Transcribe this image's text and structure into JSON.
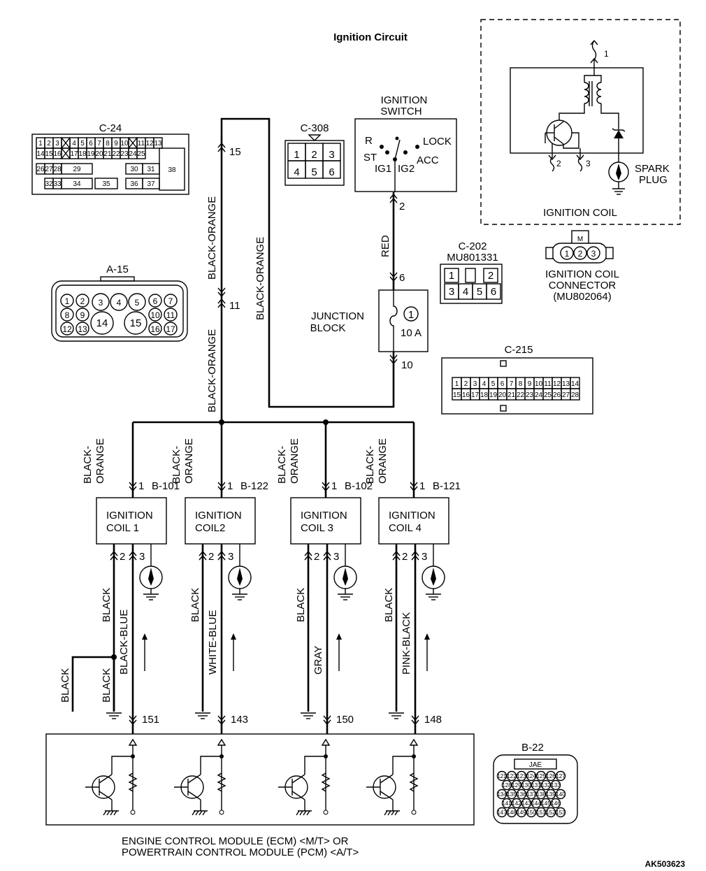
{
  "title": "Ignition Circuit",
  "figure_id": "AK503623",
  "ecm_label": [
    "ENGINE CONTROL MODULE (ECM) <M/T> OR",
    "POWERTRAIN CONTROL MODULE (PCM) <A/T>"
  ],
  "ignition_switch": {
    "title": [
      "IGNITION",
      "SWITCH"
    ],
    "positions": [
      "R",
      "LOCK",
      "ST",
      "ACC",
      "IG1",
      "IG2"
    ],
    "output_pin": "2"
  },
  "junction_block": {
    "label": [
      "JUNCTION",
      "BLOCK"
    ],
    "fuse_number": "1",
    "fuse_rating": "10 A",
    "in_pin": "6",
    "out_pin": "10"
  },
  "ignition_coil_detail": {
    "label": "IGNITION COIL",
    "pins": [
      "1",
      "2",
      "3"
    ],
    "spark_plug_label": [
      "SPARK",
      "PLUG"
    ]
  },
  "coil_connector": {
    "pins": [
      "1",
      "2",
      "3"
    ],
    "tab": "M",
    "label": [
      "IGNITION COIL",
      "CONNECTOR",
      "(MU802064)"
    ]
  },
  "wires": {
    "switch_to_jb": "RED",
    "feed_left_upper": "BLACK-ORANGE",
    "feed_left_lower": "BLACK-ORANGE",
    "feed_right": "BLACK-ORANGE",
    "branch_label": [
      "BLACK-",
      "ORANGE"
    ]
  },
  "splice_pins": {
    "upper": "15",
    "lower": "11"
  },
  "coils": [
    {
      "name": [
        "IGNITION",
        "COIL 1"
      ],
      "connector": "B-101",
      "in_pin": "1",
      "gnd_pin": "2",
      "sig_pin": "3",
      "gnd_wire": "BLACK",
      "sig_wire": "BLACK-BLUE",
      "ecm_pin": "151"
    },
    {
      "name": [
        "IGNITION",
        "COIL2"
      ],
      "connector": "B-122",
      "in_pin": "1",
      "gnd_pin": "2",
      "sig_pin": "3",
      "gnd_wire": "BLACK",
      "sig_wire": "WHITE-BLUE",
      "ecm_pin": "143"
    },
    {
      "name": [
        "IGNITION",
        "COIL 3"
      ],
      "connector": "B-102",
      "in_pin": "1",
      "gnd_pin": "2",
      "sig_pin": "3",
      "gnd_wire": "BLACK",
      "sig_wire": "GRAY",
      "ecm_pin": "150"
    },
    {
      "name": [
        "IGNITION",
        "COIL 4"
      ],
      "connector": "B-121",
      "in_pin": "1",
      "gnd_pin": "2",
      "sig_pin": "3",
      "gnd_wire": "BLACK",
      "sig_wire": "PINK-BLACK",
      "ecm_pin": "148"
    }
  ],
  "coil1_extra_grounds": [
    "BLACK",
    "BLACK"
  ],
  "connectors": {
    "c24": {
      "label": "C-24",
      "row1": [
        "1",
        "2",
        "3",
        "",
        "4",
        "5",
        "6",
        "7",
        "8",
        "9",
        "10",
        "",
        "11",
        "12",
        "13"
      ],
      "row2": [
        "14",
        "15",
        "16",
        "",
        "17",
        "18",
        "19",
        "20",
        "21",
        "22",
        "23",
        "24",
        "25"
      ],
      "row3": [
        "26",
        "27",
        "28",
        "29",
        "30",
        "31",
        "38"
      ],
      "row4": [
        "32",
        "33",
        "34",
        "35",
        "36",
        "37"
      ]
    },
    "c308": {
      "label": "C-308",
      "pins": [
        "1",
        "2",
        "3",
        "4",
        "5",
        "6"
      ]
    },
    "a15": {
      "label": "A-15",
      "row1": [
        "1",
        "2",
        "3",
        "4",
        "5",
        "6",
        "7"
      ],
      "row2": [
        "8",
        "9",
        "14",
        "15",
        "10",
        "11"
      ],
      "row3": [
        "12",
        "13",
        "16",
        "17"
      ]
    },
    "c202": {
      "label": [
        "C-202",
        "MU801331"
      ],
      "pins": [
        "1",
        "2",
        "3",
        "4",
        "5",
        "6"
      ]
    },
    "c215": {
      "label": "C-215",
      "row1": [
        "1",
        "2",
        "3",
        "4",
        "5",
        "6",
        "7",
        "8",
        "9",
        "10",
        "11",
        "12",
        "13",
        "14"
      ],
      "row2": [
        "15",
        "16",
        "17",
        "18",
        "19",
        "20",
        "21",
        "22",
        "23",
        "24",
        "25",
        "26",
        "27",
        "28"
      ]
    },
    "b22": {
      "label": "B-22",
      "tag": "JAE",
      "row1": [
        "121",
        "122",
        "123",
        "124",
        "125",
        "126",
        "127"
      ],
      "row2": [
        "128",
        "129",
        "130",
        "131",
        "132",
        "133"
      ],
      "row3": [
        "134",
        "135",
        "136",
        "137",
        "138",
        "139",
        "140"
      ],
      "row4": [
        "141",
        "142",
        "143",
        "144",
        "145",
        "146"
      ],
      "row5": [
        "147",
        "148",
        "149",
        "150",
        "151",
        "152",
        "153"
      ]
    }
  }
}
